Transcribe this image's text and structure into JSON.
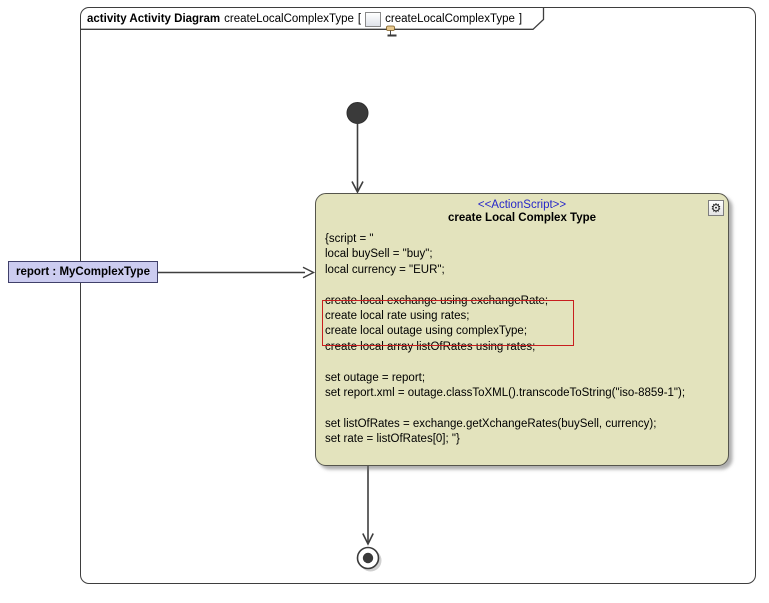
{
  "frame": {
    "keyword": "activity Activity Diagram",
    "name": "createLocalComplexType",
    "bracket_open": "[",
    "diagram_ref": "createLocalComplexType",
    "bracket_close": "]"
  },
  "action": {
    "stereotype": "<<ActionScript>>",
    "title": "create Local Complex Type",
    "gear_glyph": "⚙",
    "lines": [
      "{script = \"",
      "local buySell = \"buy\";",
      "local currency = \"EUR\";",
      "",
      "create local exchange using exchangeRate;",
      "create local rate using rates;",
      "create local outage using complexType;",
      "create local array listOfRates using rates;",
      "",
      "set outage = report;",
      "set report.xml = outage.classToXML().transcodeToString(\"iso-8859-1\");",
      "",
      "set listOfRates = exchange.getXchangeRates(buySell, currency);",
      "set rate = listOfRates[0]; \"}"
    ]
  },
  "object_node": {
    "label": "report : MyComplexType"
  },
  "icons": {
    "gear": "gear-icon",
    "activity_diagram": "activity-diagram-icon",
    "initial_node": "filled-circle",
    "final_node": "bullseye-circle"
  },
  "colors": {
    "frame_border": "#3e3e3e",
    "action_fill": "#e3e3bd",
    "action_border": "#55554c",
    "stereotype_color": "#2626c9",
    "highlight_color": "#c81e1e",
    "object_fill": "#ccccf0",
    "object_border": "#40406a",
    "edge": "#3e3e3e",
    "node_fill": "#3a3a3a"
  }
}
